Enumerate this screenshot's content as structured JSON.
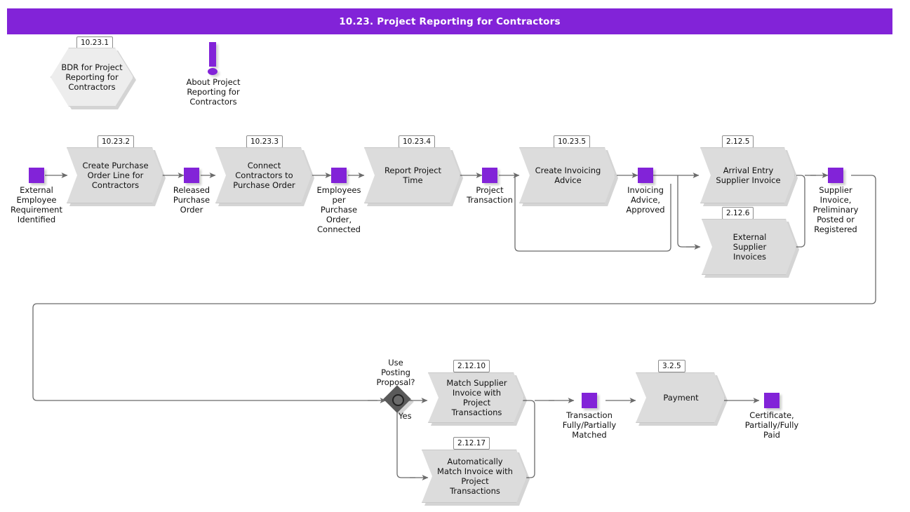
{
  "header": {
    "title": "10.23. Project Reporting for Contractors",
    "bar_color": "#8223d8",
    "text_color": "#ffffff"
  },
  "palette": {
    "accent_purple": "#8223d8",
    "process_fill": "#dcdcdc",
    "hexagon_fill": "#ededed",
    "connector": "#6b6b6b",
    "decision_fill": "#5a5a5a",
    "canvas": "#ffffff"
  },
  "legend_note": {
    "icon": "exclamation-icon",
    "label": "About Project\nReporting for\nContractors"
  },
  "nodes": {
    "bdr": {
      "id": "10.23.1",
      "label": "BDR for Project\nReporting for\nContractors",
      "shape": "hexagon"
    },
    "p1": {
      "id": "10.23.2",
      "label": "Create Purchase\nOrder Line for\nContractors",
      "shape": "process"
    },
    "p2": {
      "id": "10.23.3",
      "label": "Connect\nContractors to\nPurchase Order",
      "shape": "process"
    },
    "p3": {
      "id": "10.23.4",
      "label": "Report Project\nTime",
      "shape": "process"
    },
    "p4": {
      "id": "10.23.5",
      "label": "Create Invoicing\nAdvice",
      "shape": "process"
    },
    "p5": {
      "id": "2.12.5",
      "label": "Arrival Entry\nSupplier Invoice",
      "shape": "process"
    },
    "p6": {
      "id": "2.12.6",
      "label": "External\nSupplier\nInvoices",
      "shape": "process"
    },
    "p7": {
      "id": "2.12.10",
      "label": "Match Supplier\nInvoice with Project\nTransactions",
      "shape": "process"
    },
    "p8": {
      "id": "2.12.17",
      "label": "Automatically\nMatch Invoice with\nProject\nTransactions",
      "shape": "process"
    },
    "p9": {
      "id": "3.2.5",
      "label": "Payment",
      "shape": "process"
    }
  },
  "states": {
    "s1": {
      "label": "External\nEmployee\nRequirement\nIdentified"
    },
    "s2": {
      "label": "Released\nPurchase\nOrder"
    },
    "s3": {
      "label": "Employees\nper\nPurchase\nOrder,\nConnected"
    },
    "s4": {
      "label": "Project\nTransaction"
    },
    "s5": {
      "label": "Invoicing\nAdvice,\nApproved"
    },
    "s6": {
      "label": "Supplier\nInvoice,\nPreliminary\nPosted or\nRegistered"
    },
    "s7": {
      "label": "Transaction\nFully/Partially\nMatched"
    },
    "s8": {
      "label": "Certificate,\nPartially/Fully\nPaid"
    }
  },
  "decision": {
    "question": "Use\nPosting\nProposal?",
    "branch_yes": "Yes"
  }
}
